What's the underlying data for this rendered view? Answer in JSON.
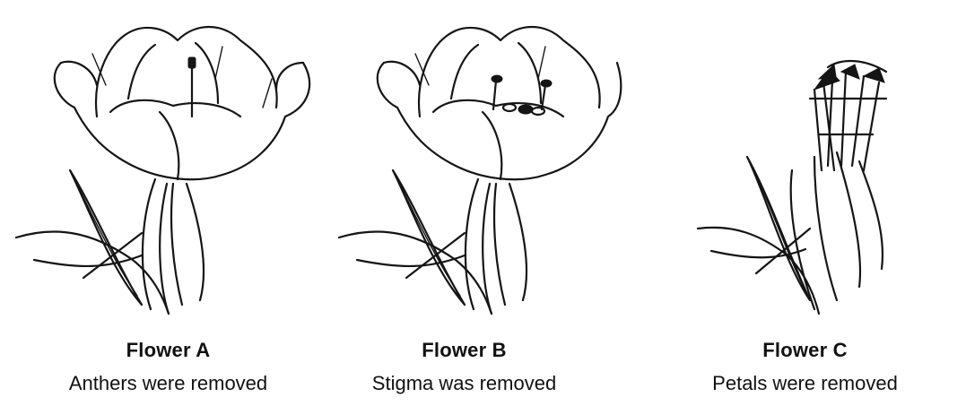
{
  "flowers": [
    {
      "title": "Flower A",
      "caption": "Anthers were removed"
    },
    {
      "title": "Flower B",
      "caption": "Stigma was removed"
    },
    {
      "title": "Flower C",
      "caption": "Petals were removed"
    }
  ]
}
